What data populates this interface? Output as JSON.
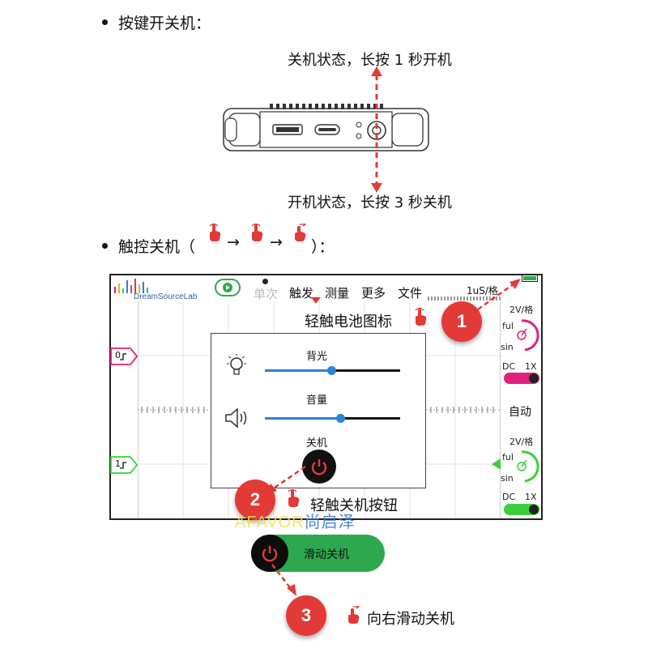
{
  "section1": {
    "title": "按键开关机："
  },
  "device": {
    "caption_top": "关机状态，长按 1 秒开机",
    "caption_bottom": "开机状态，长按 3 秒关机"
  },
  "section2": {
    "title_prefix": "触控关机（",
    "arrow": "→",
    "title_suffix": "）："
  },
  "app": {
    "brand": "DreamSourceLab",
    "menu": [
      "单次",
      "触发",
      "测量",
      "更多",
      "文件"
    ],
    "timebase": "1uS/格",
    "channels": [
      "0",
      "1"
    ],
    "ch1_panel": {
      "volts": "2V/格",
      "ful": "ful",
      "sin": "sin",
      "coupling": "DC",
      "probe": "1X"
    },
    "auto": "自动",
    "ch2_panel": {
      "volts": "2V/格",
      "ful": "ful",
      "sin": "sin",
      "coupling": "DC",
      "probe": "1X"
    },
    "popup": {
      "backlight_label": "背光",
      "backlight_level": 0.5,
      "volume_label": "音量",
      "volume_level": 0.56,
      "power_label": "关机"
    }
  },
  "annotations": {
    "step1_text": "轻触电池图标",
    "step2_text": "轻触关机按钮",
    "step3_text": "向右滑动关机",
    "badges": [
      "1",
      "2",
      "3"
    ]
  },
  "slide_button": {
    "label": "滑动关机"
  },
  "watermark": {
    "latin": "AFAVOR",
    "chinese": "尚启泽"
  },
  "colors": {
    "badge": "#e23b37",
    "accent_blue": "#2b83d6",
    "slide_green": "#2da84f",
    "ch1": "#e0207e",
    "ch2": "#3ccf3c"
  }
}
